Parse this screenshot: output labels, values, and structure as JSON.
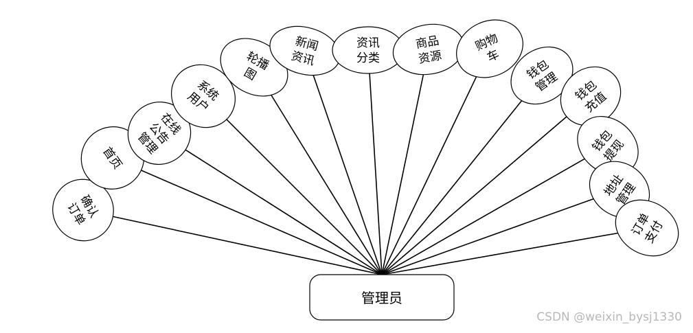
{
  "diagram": {
    "center": {
      "label": "管理员"
    },
    "nodes": [
      {
        "id": "confirm-order",
        "lines": [
          "确认",
          "订单"
        ]
      },
      {
        "id": "homepage",
        "lines": [
          "首页"
        ]
      },
      {
        "id": "online-notice-mgmt",
        "lines": [
          "在线",
          "公告",
          "管理"
        ]
      },
      {
        "id": "system-user",
        "lines": [
          "系统",
          "用户"
        ]
      },
      {
        "id": "carousel",
        "lines": [
          "轮播",
          "图"
        ]
      },
      {
        "id": "news-info",
        "lines": [
          "新闻",
          "资讯"
        ]
      },
      {
        "id": "info-category",
        "lines": [
          "资讯",
          "分类"
        ]
      },
      {
        "id": "product-resource",
        "lines": [
          "商品",
          "资源"
        ]
      },
      {
        "id": "shopping-cart",
        "lines": [
          "购物",
          "车"
        ]
      },
      {
        "id": "wallet-mgmt",
        "lines": [
          "钱包",
          "管理"
        ]
      },
      {
        "id": "wallet-recharge",
        "lines": [
          "钱包",
          "充值"
        ]
      },
      {
        "id": "wallet-withdraw",
        "lines": [
          "钱包",
          "提现"
        ]
      },
      {
        "id": "address-mgmt",
        "lines": [
          "地址",
          "管理"
        ]
      },
      {
        "id": "order-payment",
        "lines": [
          "订单",
          "支付"
        ]
      }
    ]
  },
  "watermark": "CSDN @weixin_bysj1330"
}
